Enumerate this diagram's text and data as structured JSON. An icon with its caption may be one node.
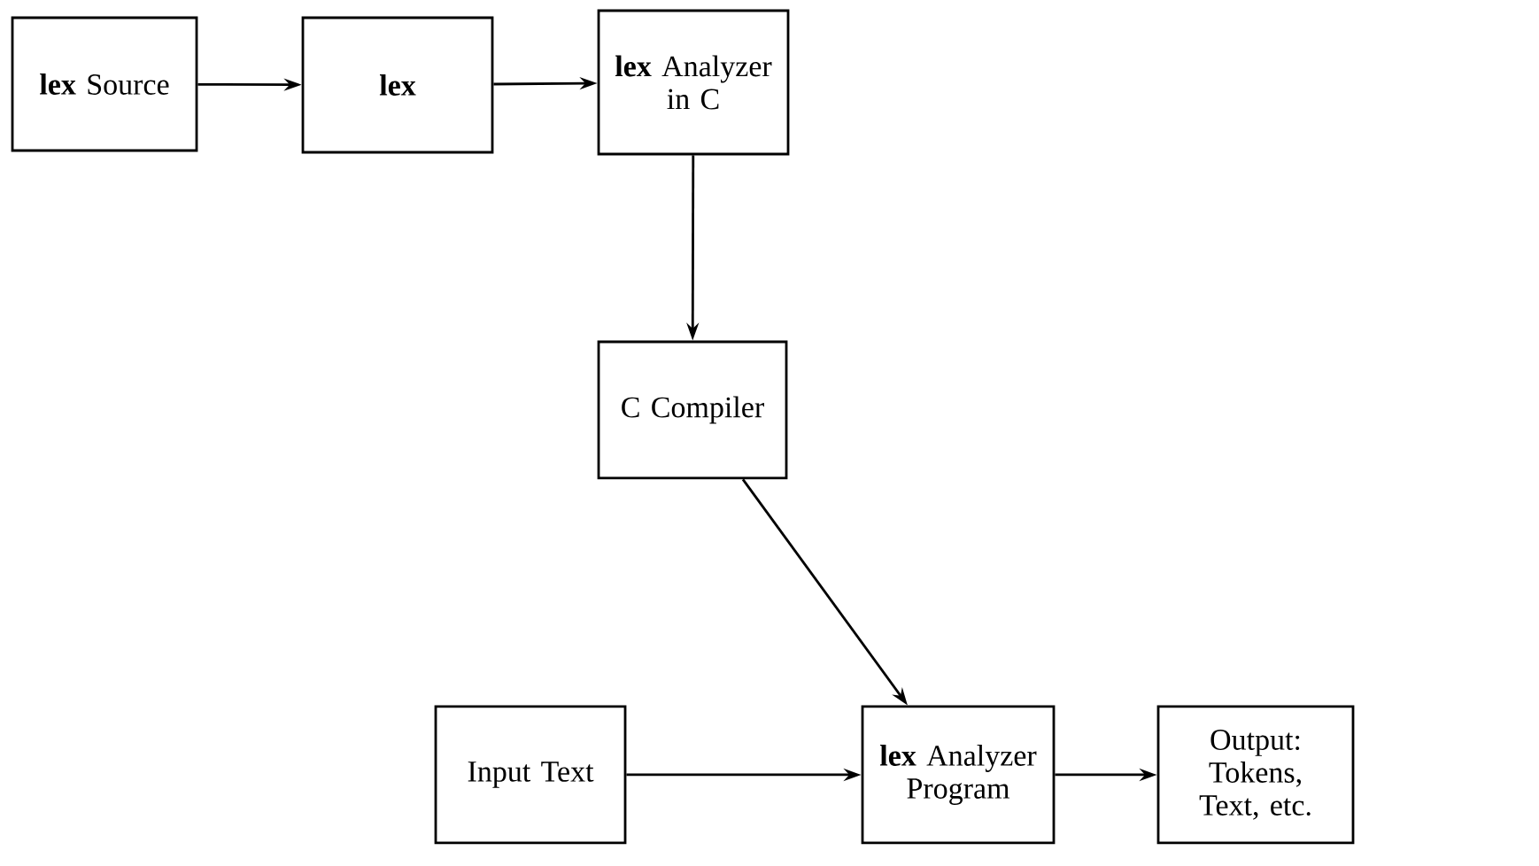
{
  "diagram": {
    "nodes": [
      {
        "text": [
          "**lex** Source"
        ]
      },
      {
        "text": [
          "lex"
        ]
      },
      {
        "text": [
          "**lex** Analyzer in C"
        ]
      },
      {
        "text": [
          "C Compiler"
        ]
      },
      {
        "text": [
          "Input Text"
        ]
      },
      {
        "text": [
          "**lex** Analyzer Program"
        ]
      },
      {
        "text": [
          "Output: Tokens, Text, etc."
        ]
      }
    ],
    "edges": [
      {
        "from": 0,
        "to": 1,
        "arrow": "to"
      },
      {
        "from": 1,
        "to": 2,
        "arrow": "to"
      },
      {
        "from": 2,
        "to": 3,
        "arrow": "to"
      },
      {
        "from": 3,
        "to": 5,
        "arrow": "to"
      },
      {
        "from": 4,
        "to": 5,
        "arrow": "to"
      },
      {
        "from": 5,
        "to": 6,
        "arrow": "to"
      }
    ]
  }
}
